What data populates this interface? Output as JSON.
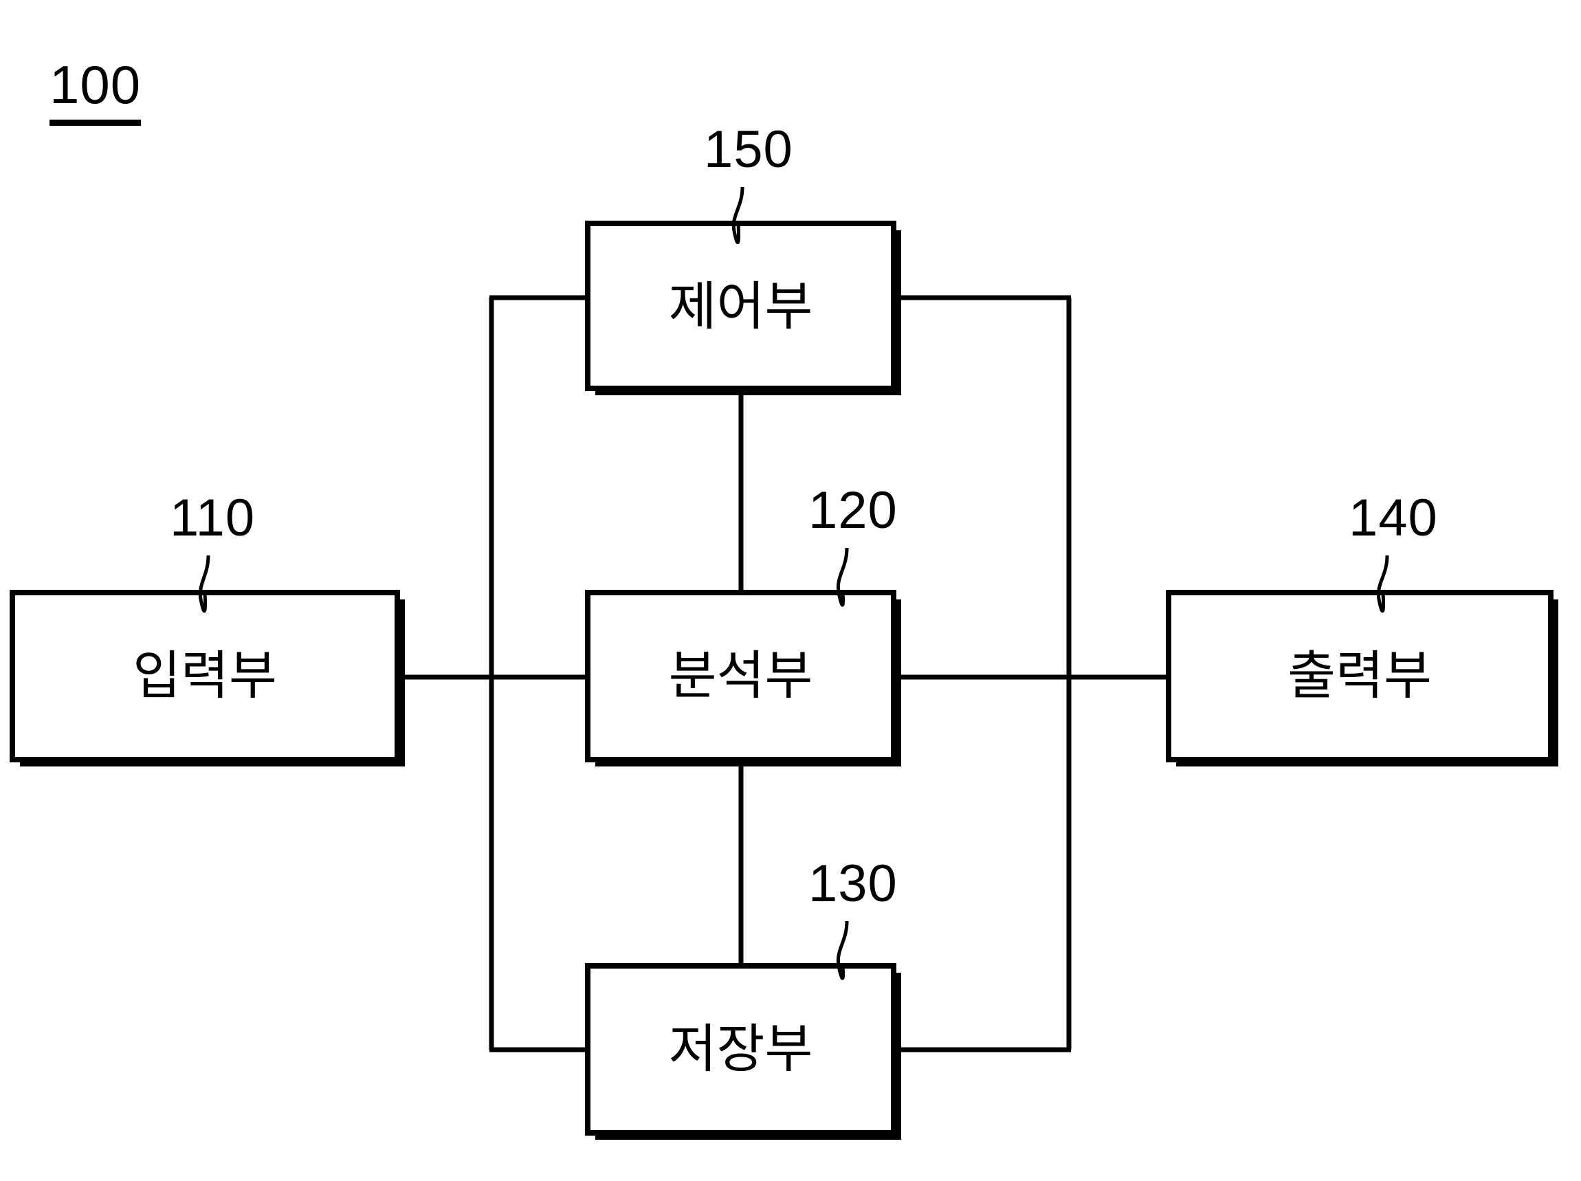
{
  "figure": {
    "number": "100",
    "blocks": [
      {
        "id": "input",
        "ref": "110",
        "label": "입력부"
      },
      {
        "id": "analysis",
        "ref": "120",
        "label": "분석부"
      },
      {
        "id": "storage",
        "ref": "130",
        "label": "저장부"
      },
      {
        "id": "output",
        "ref": "140",
        "label": "출력부"
      },
      {
        "id": "control",
        "ref": "150",
        "label": "제어부"
      }
    ],
    "colors": {
      "line": "#000000",
      "background": "#ffffff",
      "text": "#000000"
    }
  }
}
